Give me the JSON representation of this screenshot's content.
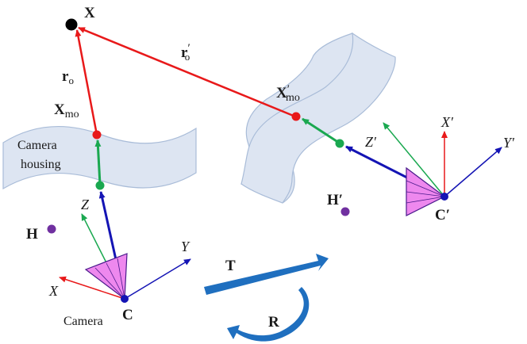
{
  "labels": {
    "point_X": "X",
    "r_o": "r",
    "r_o_sub": "o",
    "r_o_prime": "r",
    "r_o_prime_sub": "o",
    "r_o_prime_mark": "′",
    "X_mo": "X",
    "X_mo_sub": "mo",
    "X_mo_prime": "X",
    "X_mo_prime_mark": "′",
    "X_mo_prime_sub": "mo",
    "housing_line1": "Camera",
    "housing_line2": "housing",
    "H": "H",
    "H_prime": "H′",
    "axis_Z": "Z",
    "axis_X": "X",
    "axis_Y": "Y",
    "axis_Z_prime": "Z′",
    "axis_X_prime": "X′",
    "axis_Y_prime": "Y′",
    "center_C": "C",
    "center_C_prime": "C′",
    "camera_label": "Camera",
    "translation": "T",
    "rotation": "R"
  },
  "colors": {
    "ray_red": "#e8191a",
    "axis_blue": "#1414b4",
    "axis_green": "#1aa850",
    "housing_fill": "#dde5f2",
    "housing_stroke": "#a9bcd8",
    "cone_fill": "#ee88ee",
    "cone_stroke": "#4a1a8c",
    "point_purple": "#7030a0",
    "transform_blue": "#1f6fbf",
    "point_black": "#000000",
    "point_red": "#e8191a",
    "point_green": "#1aa850"
  }
}
